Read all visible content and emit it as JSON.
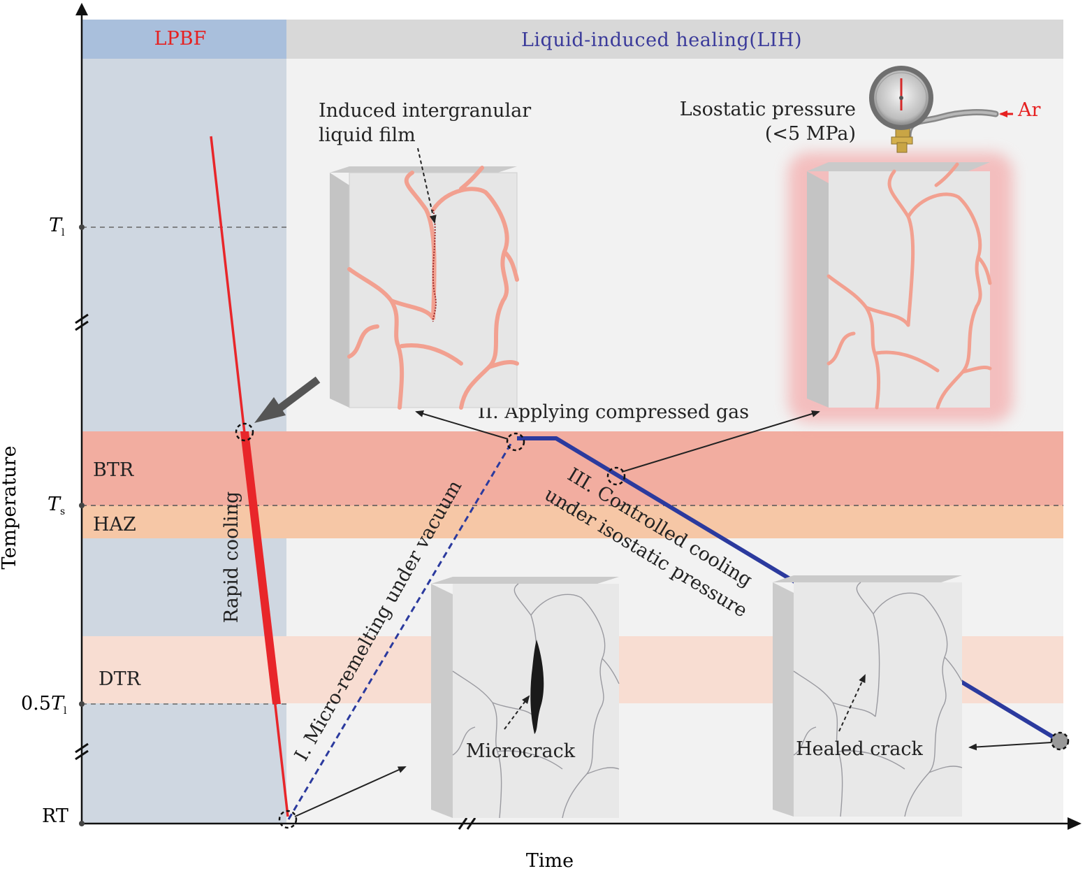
{
  "colors": {
    "lpbf_panel": "#cfd7e1",
    "lpbf_header": "#a9bfdc",
    "lih_panel": "#f2f2f2",
    "lih_header": "#d8d8d8",
    "btr_band": "#f2ada0",
    "haz_band": "#f6c7a6",
    "dtr_band": "#f8ddd2",
    "red_curve": "#e8262a",
    "blue_curve": "#2b3a9e",
    "red_text": "#e62020",
    "blue_text": "#3a3a9a",
    "liquid_film": "#f2a090",
    "crack_line": "#9a9aa0"
  },
  "headers": {
    "lpbf": "LPBF",
    "lih": "Liquid-induced healing(LIH)"
  },
  "axes": {
    "y_label": "Temperature",
    "x_label": "Time",
    "y_ticks": {
      "t1_main": "T",
      "t1_sub": "l",
      "ts_main": "T",
      "ts_sub": "s",
      "half_t1_prefix": "0.5",
      "half_t1_main": "T",
      "half_t1_sub": "l",
      "rt": "RT"
    }
  },
  "bands": {
    "btr": "BTR",
    "haz": "HAZ",
    "dtr": "DTR"
  },
  "annotations": {
    "rapid_cooling": "Rapid cooling",
    "step1": "I. Micro-remelting under vacuum",
    "step2": "II. Applying compressed gas",
    "step3_line1": "III. Controlled cooling",
    "step3_line2": "under isostatic pressure",
    "film_line1": "Induced intergranular",
    "film_line2": "liquid film",
    "pressure_line1": "Lsostatic pressure",
    "pressure_line2": "(<5 MPa)",
    "gas": "Ar",
    "microcrack": "Microcrack",
    "healed_crack": "Healed crack"
  }
}
